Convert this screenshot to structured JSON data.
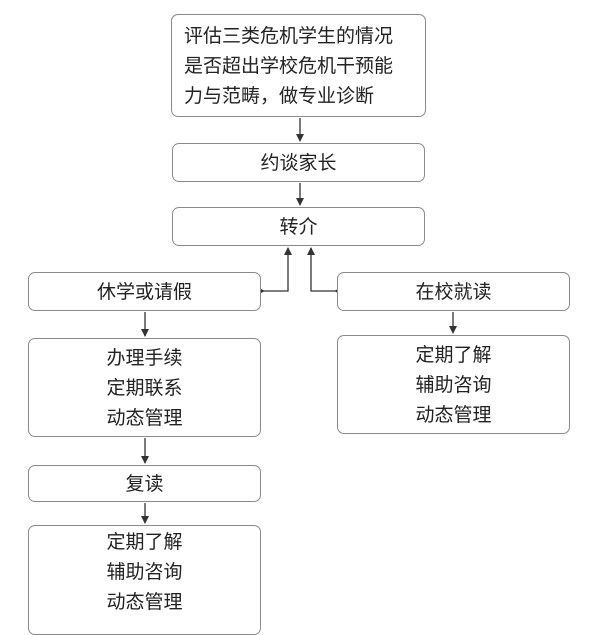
{
  "flowchart": {
    "assess": {
      "lines": [
        "评估三类危机学生的情况",
        "是否超出学校危机干预能",
        "力与范畴，做专业诊断"
      ]
    },
    "interview_parents": {
      "label": "约谈家长"
    },
    "referral": {
      "label": "转介"
    },
    "suspend_or_leave": {
      "label": "休学或请假",
      "steps": [
        "办理手续",
        "定期联系",
        "动态管理"
      ]
    },
    "return_to_school": {
      "label": "复读",
      "steps": [
        "定期了解",
        "辅助咨询",
        "动态管理"
      ]
    },
    "stay_in_school": {
      "label": "在校就读",
      "steps": [
        "定期了解",
        "辅助咨询",
        "动态管理"
      ]
    }
  },
  "colors": {
    "border": "#8a8a8a",
    "arrow": "#333333",
    "text": "#222222"
  }
}
